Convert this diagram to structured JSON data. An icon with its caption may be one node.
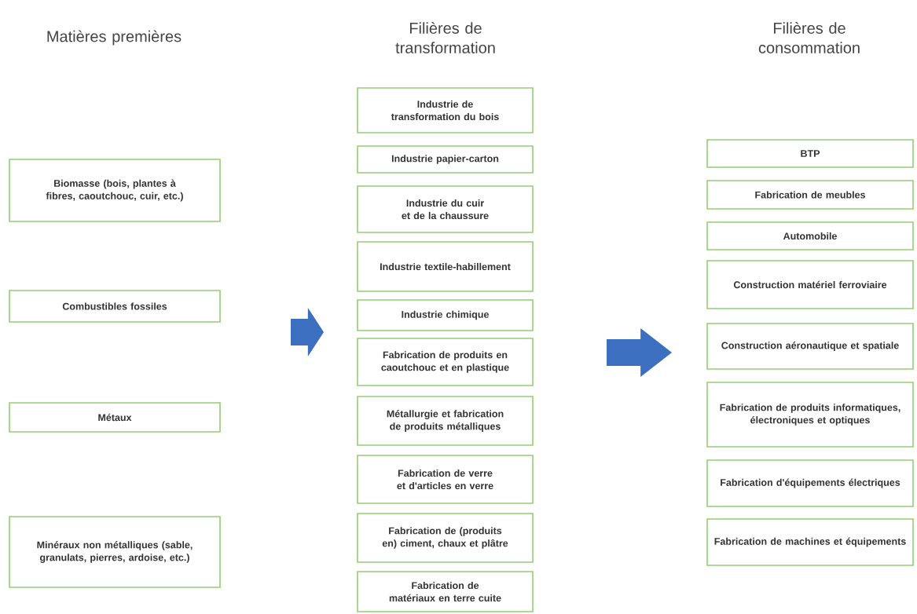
{
  "diagram": {
    "nodes": [
      {
        "text": [
          "Biomasse (bois, plantes à fibres, caoutchouc, cuir, etc.)"
        ]
      },
      {
        "text": [
          "Combustibles fossiles"
        ]
      },
      {
        "text": [
          "Métaux"
        ]
      },
      {
        "text": [
          "Minéraux non métalliques (sable, granulats, pierres, ardoise, etc.)"
        ]
      },
      {
        "text": [
          "Industrie de transformation du bois"
        ]
      },
      {
        "text": [
          "Industrie papier-carton"
        ]
      },
      {
        "text": [
          "Industrie du cuir et de la chaussure"
        ]
      },
      {
        "text": [
          "Industrie textile-habillement"
        ]
      },
      {
        "text": [
          "Industrie chimique"
        ]
      },
      {
        "text": [
          "Fabrication de produits en caoutchouc et en plastique"
        ]
      },
      {
        "text": [
          "Métallurgie et fabrication de produits métalliques"
        ]
      },
      {
        "text": [
          "Fabrication de verre et d'articles en verre"
        ]
      },
      {
        "text": [
          "Fabrication de (produits en) ciment, chaux et plâtre"
        ]
      },
      {
        "text": [
          "Fabrication de matériaux en terre cuite"
        ]
      },
      {
        "text": [
          "BTP"
        ]
      },
      {
        "text": [
          "Fabrication de meubles"
        ]
      },
      {
        "text": [
          "Automobile"
        ]
      },
      {
        "text": [
          "Construction matériel ferroviaire"
        ]
      },
      {
        "text": [
          "Construction aéronautique et spatiale"
        ]
      },
      {
        "text": [
          "Fabrication de produits informatiques, électroniques et optiques"
        ]
      },
      {
        "text": [
          "Fabrication d'équipements électriques"
        ]
      },
      {
        "text": [
          "Fabrication de machines et équipements"
        ]
      }
    ],
    "labels": [
      "Matières premières",
      "Filières de transformation",
      "Filières de consommation"
    ]
  }
}
